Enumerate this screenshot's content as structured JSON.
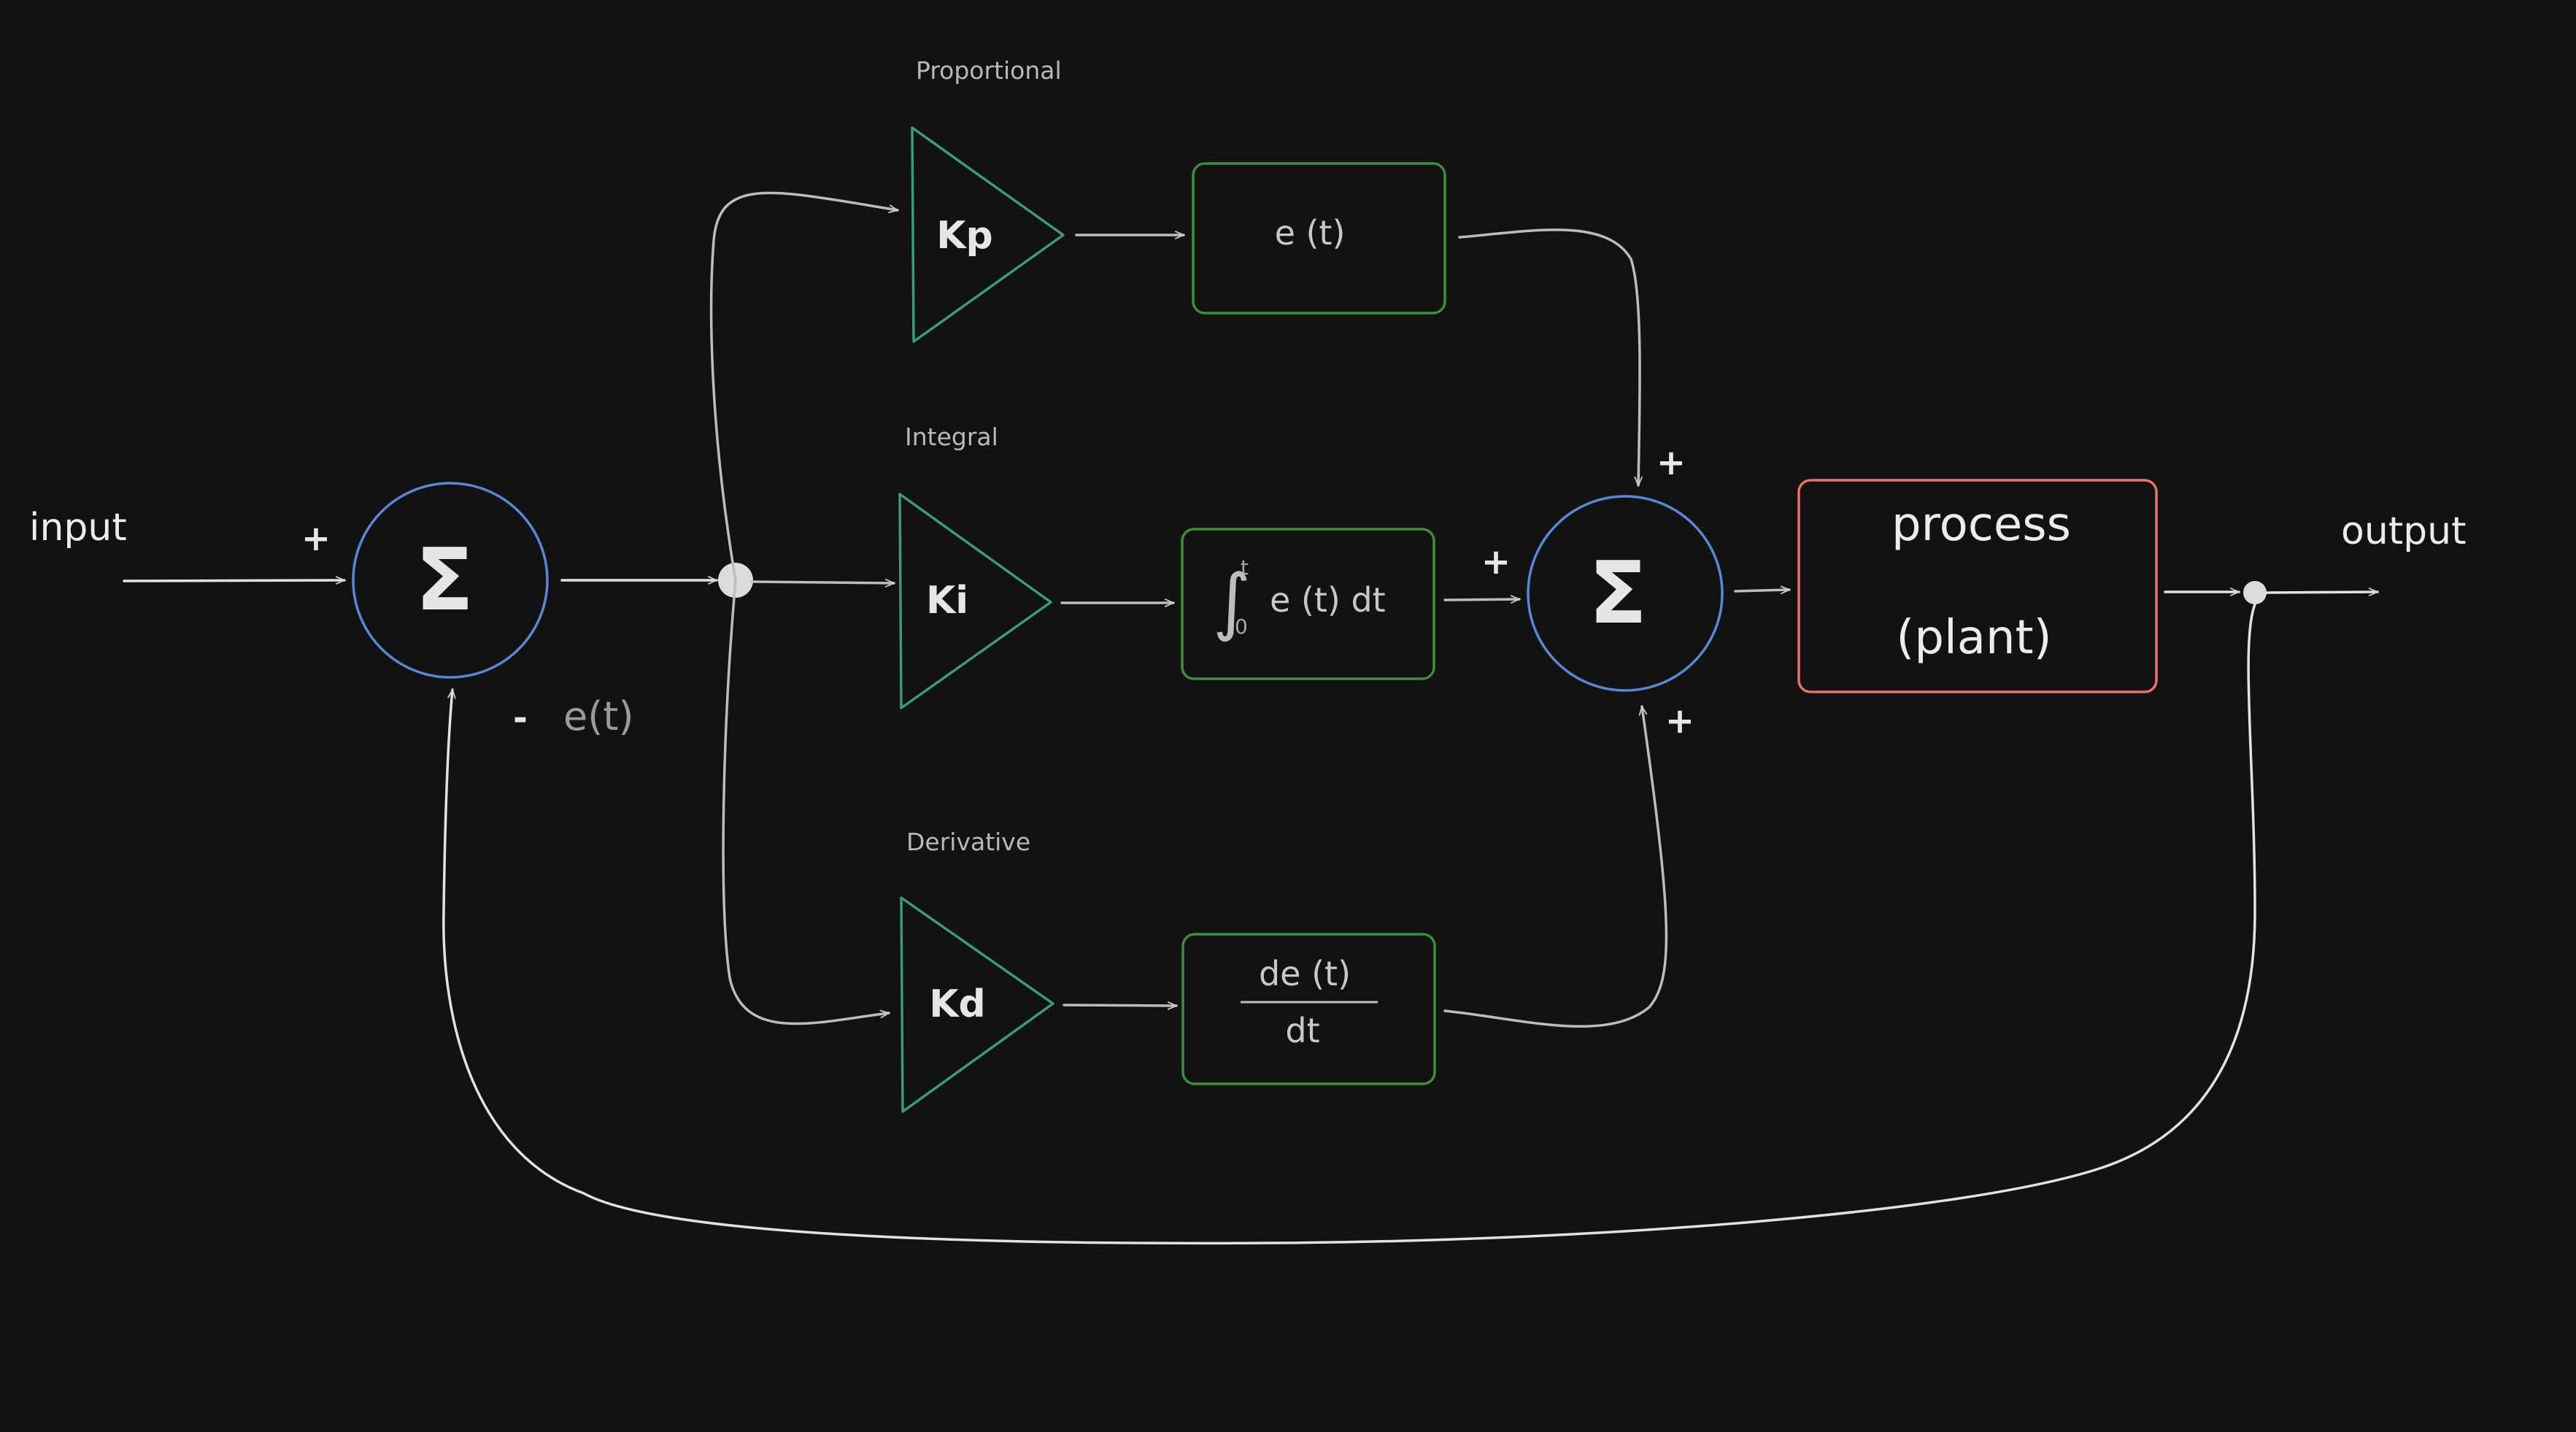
{
  "labels": {
    "input": "input",
    "output": "output",
    "proportional": "Proportional",
    "integral": "Integral",
    "derivative": "Derivative"
  },
  "summing_junction_1": {
    "symbol": "Σ",
    "plus_sign": "+",
    "minus_sign": "-",
    "error_label": "e(t)"
  },
  "summing_junction_2": {
    "symbol": "Σ",
    "plus_top": "+",
    "plus_left": "+",
    "plus_bottom": "+"
  },
  "gains": {
    "kp": "Kp",
    "ki": "Ki",
    "kd": "Kd"
  },
  "terms": {
    "proportional": "e (t)",
    "integral_symbol": "∫",
    "integral_upper": "t",
    "integral_lower": "0",
    "integral_body": "e (t) dt",
    "derivative_numerator": "de (t)",
    "derivative_denominator": "dt"
  },
  "process": {
    "line1": "process",
    "line2": "(plant)"
  },
  "colors": {
    "background": "#121212",
    "sum_stroke": "#5b86d6",
    "gain_stroke": "#3d9a7c",
    "term_stroke": "#3f8d3c",
    "process_stroke": "#e8736a",
    "wire": "#bdbdbd"
  }
}
